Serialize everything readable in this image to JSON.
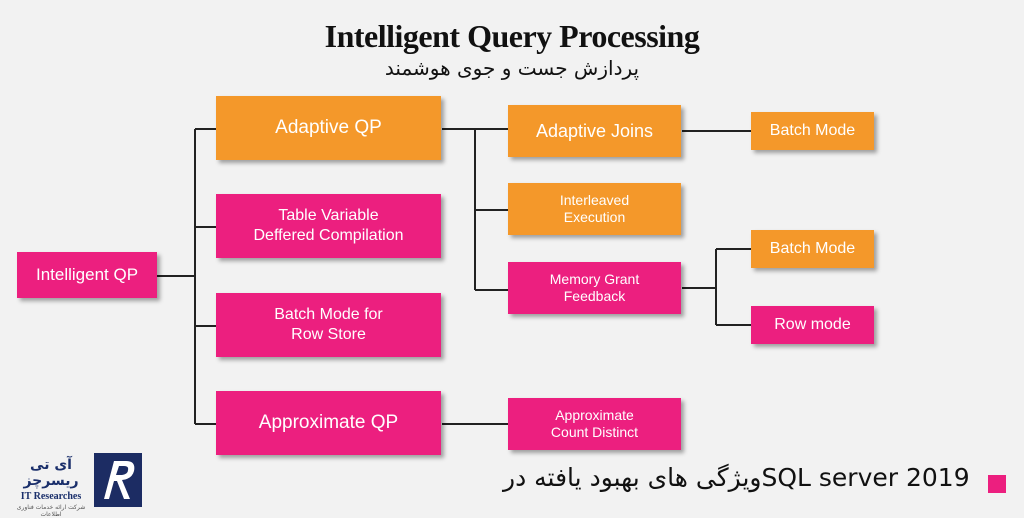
{
  "title": "Intelligent Query Processing",
  "subtitle": "پردازش جست و جوی هوشمند",
  "nodes": {
    "root": "Intelligent QP",
    "adaptive_qp": "Adaptive QP",
    "table_variable": "Table Variable\nDeffered Compilation",
    "batch_mode_row_store": "Batch Mode for\nRow Store",
    "approximate_qp": "Approximate QP",
    "adaptive_joins": "Adaptive Joins",
    "interleaved_execution": "Interleaved\nExecution",
    "memory_grant_feedback": "Memory Grant\nFeedback",
    "approximate_count_distinct": "Approximate\nCount Distinct",
    "batch_mode_1": "Batch Mode",
    "batch_mode_2": "Batch Mode",
    "row_mode": "Row mode"
  },
  "footer": {
    "text": "ویژگی های بهبود یافته درSQL server 2019"
  },
  "logo": {
    "fa_name": "آی تی ریسرچز",
    "en_name": "IT Researches",
    "tagline": "شرکت ارائه خدمات فناوری اطلاعات"
  },
  "colors": {
    "orange": "#f4982a",
    "pink": "#ec1f7f",
    "background": "#f2f2f2",
    "logo_navy": "#1c2c63"
  }
}
